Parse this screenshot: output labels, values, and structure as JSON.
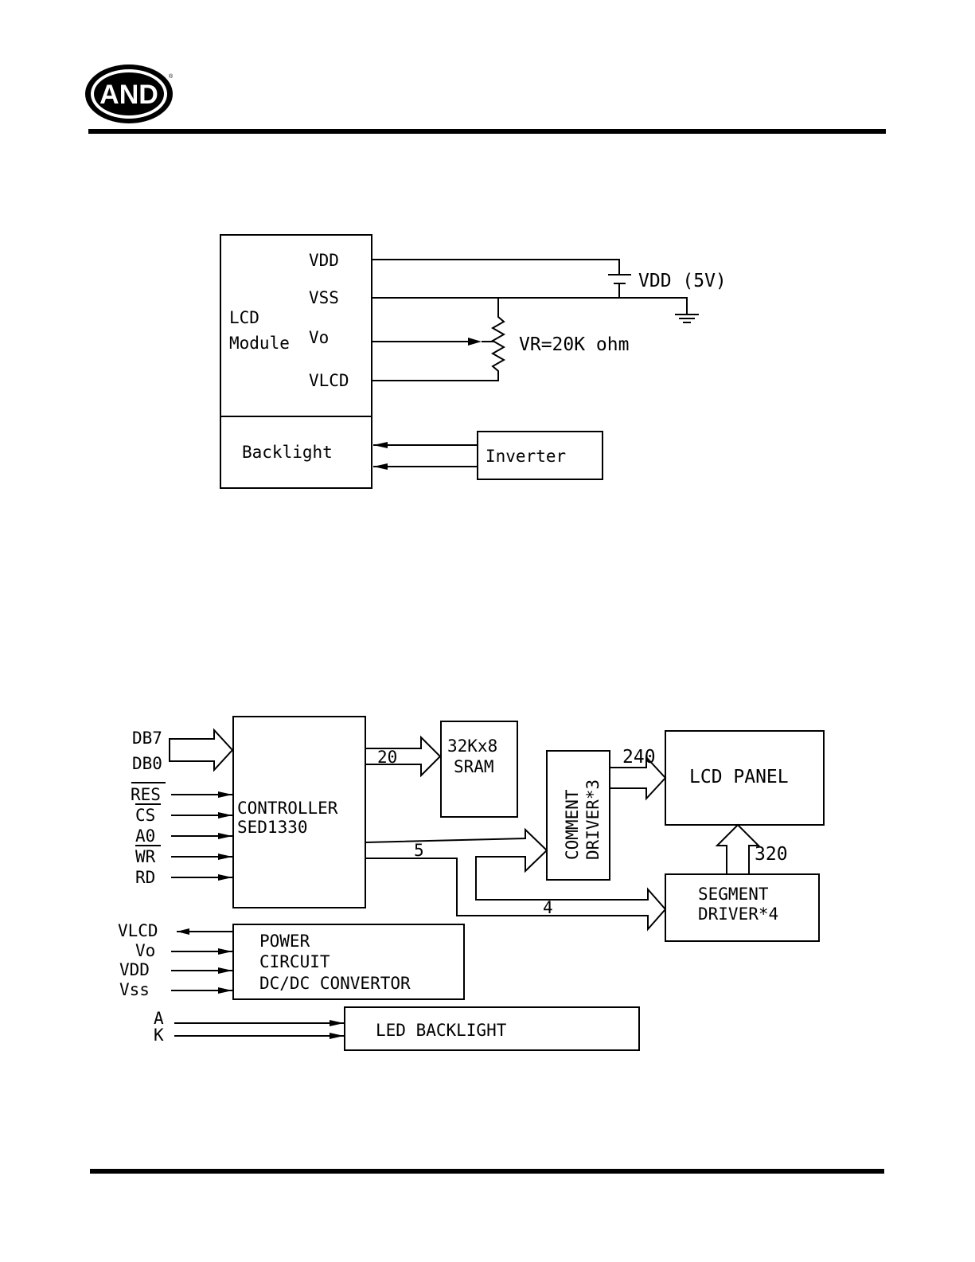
{
  "header": {
    "logo_text": "AND",
    "registered_mark": "®"
  },
  "circuit": {
    "module_label_line1": "LCD",
    "module_label_line2": "Module",
    "backlight_label": "Backlight",
    "pins": {
      "vdd": "VDD",
      "vss": "VSS",
      "vo": "Vo",
      "vlcd": "VLCD"
    },
    "supply_label": "VDD (5V)",
    "resistor_label": "VR=20K ohm",
    "inverter_label": "Inverter"
  },
  "block": {
    "inputs": {
      "db7": "DB7",
      "db0": "DB0",
      "res": "RES",
      "cs": "CS",
      "a0": "A0",
      "wr": "WR",
      "rd": "RD"
    },
    "controller_line1": "CONTROLLER",
    "controller_line2": "SED1330",
    "sram_line1": "32Kx8",
    "sram_line2": "SRAM",
    "bus_sram": "20",
    "common_line1": "COMMENT",
    "common_line2": "DRIVER*3",
    "lcd_panel": "LCD PANEL",
    "bus_240": "240",
    "bus_320": "320",
    "bus_5": "5",
    "bus_4": "4",
    "segment_line1": "SEGMENT",
    "segment_line2": "DRIVER*4",
    "power_pins": {
      "vlcd": "VLCD",
      "vo": "Vo",
      "vdd": "VDD",
      "vss": "Vss"
    },
    "power_line1": "POWER",
    "power_line2": "CIRCUIT",
    "power_line3": "DC/DC CONVERTOR",
    "led_pins": {
      "a": "A",
      "k": "K"
    },
    "led_backlight": "LED BACKLIGHT"
  }
}
